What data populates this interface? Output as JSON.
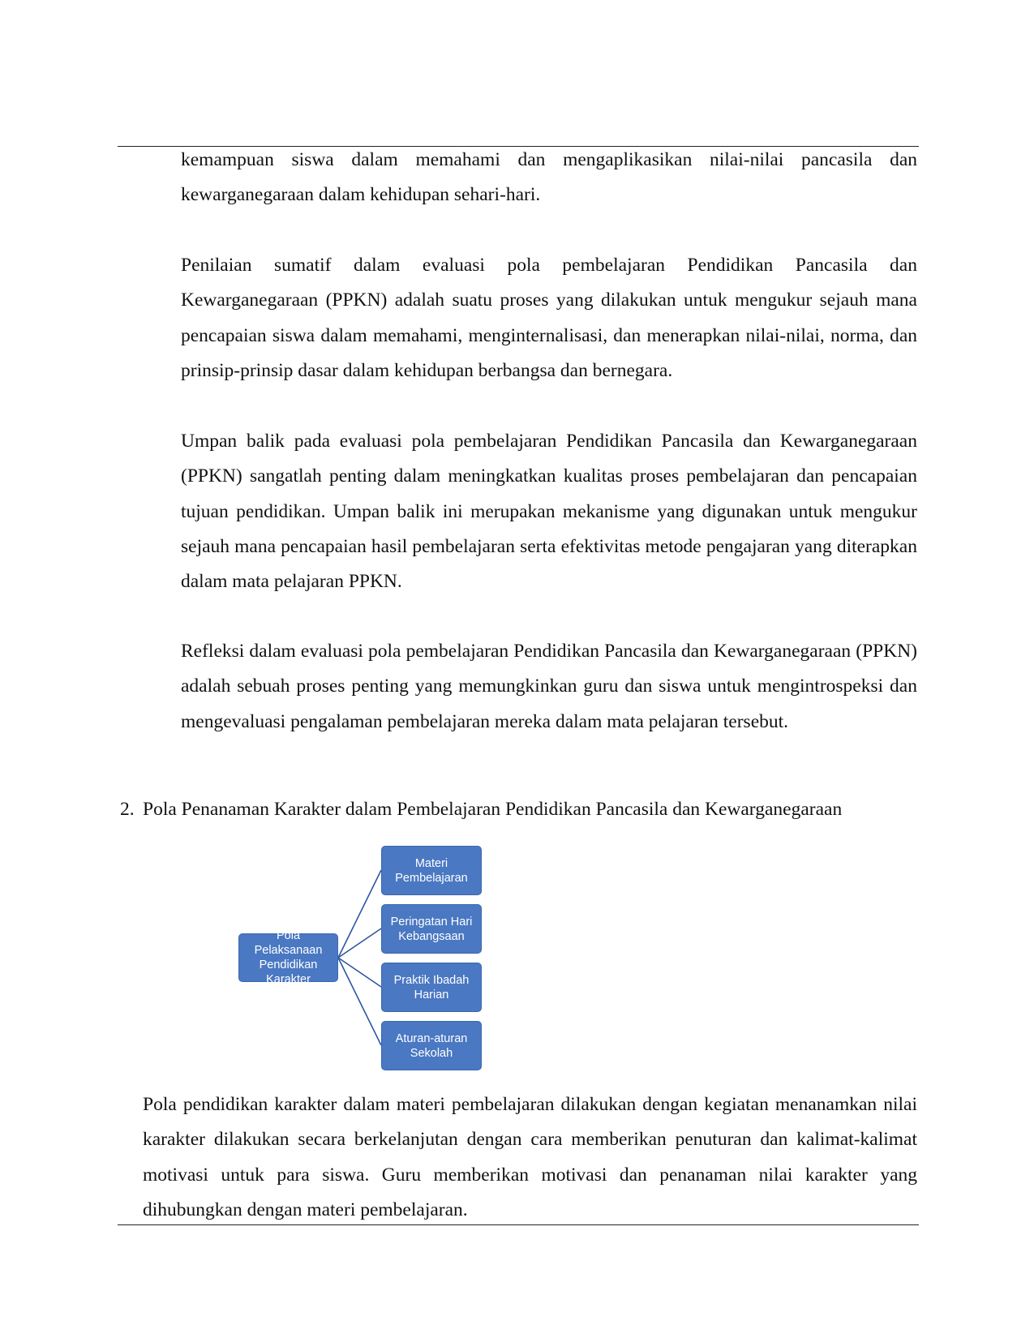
{
  "paragraphs": {
    "p1": "kemampuan siswa dalam memahami dan mengaplikasikan nilai-nilai pancasila dan kewarganegaraan dalam kehidupan sehari-hari.",
    "p2": "Penilaian sumatif dalam evaluasi pola pembelajaran Pendidikan Pancasila dan Kewarganegaraan (PPKN) adalah suatu proses yang dilakukan untuk mengukur sejauh mana pencapaian siswa dalam memahami, menginternalisasi, dan menerapkan nilai-nilai, norma, dan prinsip-prinsip dasar dalam kehidupan berbangsa dan bernegara.",
    "p3": "Umpan balik pada evaluasi pola pembelajaran Pendidikan Pancasila dan Kewarganegaraan (PPKN) sangatlah penting dalam meningkatkan kualitas proses pembelajaran dan pencapaian tujuan pendidikan. Umpan balik ini merupakan mekanisme yang digunakan untuk mengukur sejauh mana pencapaian hasil pembelajaran serta efektivitas metode pengajaran yang diterapkan dalam mata pelajaran PPKN.",
    "p4": "Refleksi dalam evaluasi pola pembelajaran Pendidikan Pancasila dan Kewarganegaraan (PPKN) adalah sebuah proses penting yang memungkinkan guru dan siswa untuk mengintrospeksi dan mengevaluasi pengalaman pembelajaran mereka dalam mata pelajaran tersebut.",
    "p5": "Pola pendidikan karakter dalam materi pembelajaran dilakukan dengan kegiatan menanamkan nilai karakter dilakukan secara berkelanjutan dengan cara memberikan penuturan dan kalimat-kalimat motivasi untuk para siswa. Guru memberikan motivasi dan penanaman nilai karakter yang dihubungkan dengan materi pembelajaran."
  },
  "section": {
    "number": "2.",
    "title": "Pola Penanaman Karakter dalam Pembelajaran Pendidikan Pancasila dan Kewarganegaraan"
  },
  "diagram": {
    "root": "Pola Pelaksanaan\nPendidikan\nKarakter",
    "children": [
      "Materi\nPembelajaran",
      "Peringatan Hari\nKebangsaan",
      "Praktik Ibadah\nHarian",
      "Aturan-aturan\nSekolah"
    ],
    "colors": {
      "node_fill": "#4a78c2",
      "connector": "#2f55a4",
      "text": "#ffffff"
    }
  }
}
